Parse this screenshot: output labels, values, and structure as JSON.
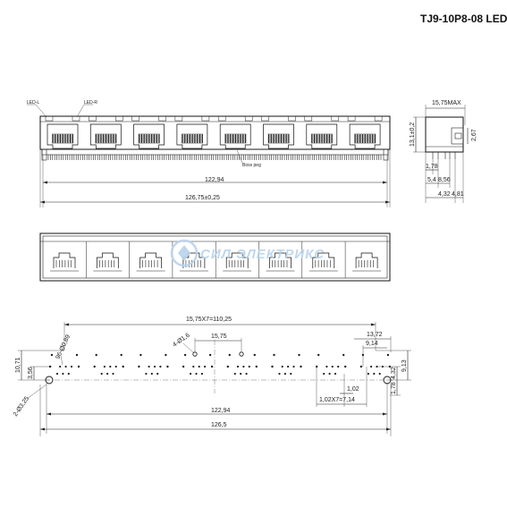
{
  "title": "TJ9-10P8-08 LED",
  "front_view": {
    "led_left": "LED-L",
    "led_right": "LED-R",
    "boss_peg": "Boss peg",
    "width_inner": "122,94",
    "width_total": "126,75±0,25"
  },
  "side_view": {
    "depth_max": "15,75MAX",
    "height": "13,1±0,2",
    "dim_267": "2,67",
    "dim_178": "1,78",
    "dim_54": "5,4",
    "dim_856": "8,56",
    "dim_432": "4,32",
    "dim_481": "4,81"
  },
  "top_view": {
    "watermark": "СИЛ ЭЛЕКТРИКС"
  },
  "footprint": {
    "pitch_total": "15,75X7=110,25",
    "pitch": "15,75",
    "holes_96": "96-Ø0,89",
    "holes_4": "4-Ø1,6",
    "holes_2": "2-Ø3,25",
    "dim_1372": "13,72",
    "dim_914": "9,14",
    "dim_1071": "10,71",
    "dim_356": "3,56",
    "dim_102": "1,02",
    "dim_102x7": "1,02X7=7,14",
    "dim_432": "4,32",
    "dim_913": "9,13",
    "dim_178": "1,78",
    "width_inner": "122,94",
    "width_total": "126,5"
  },
  "ports": 8
}
